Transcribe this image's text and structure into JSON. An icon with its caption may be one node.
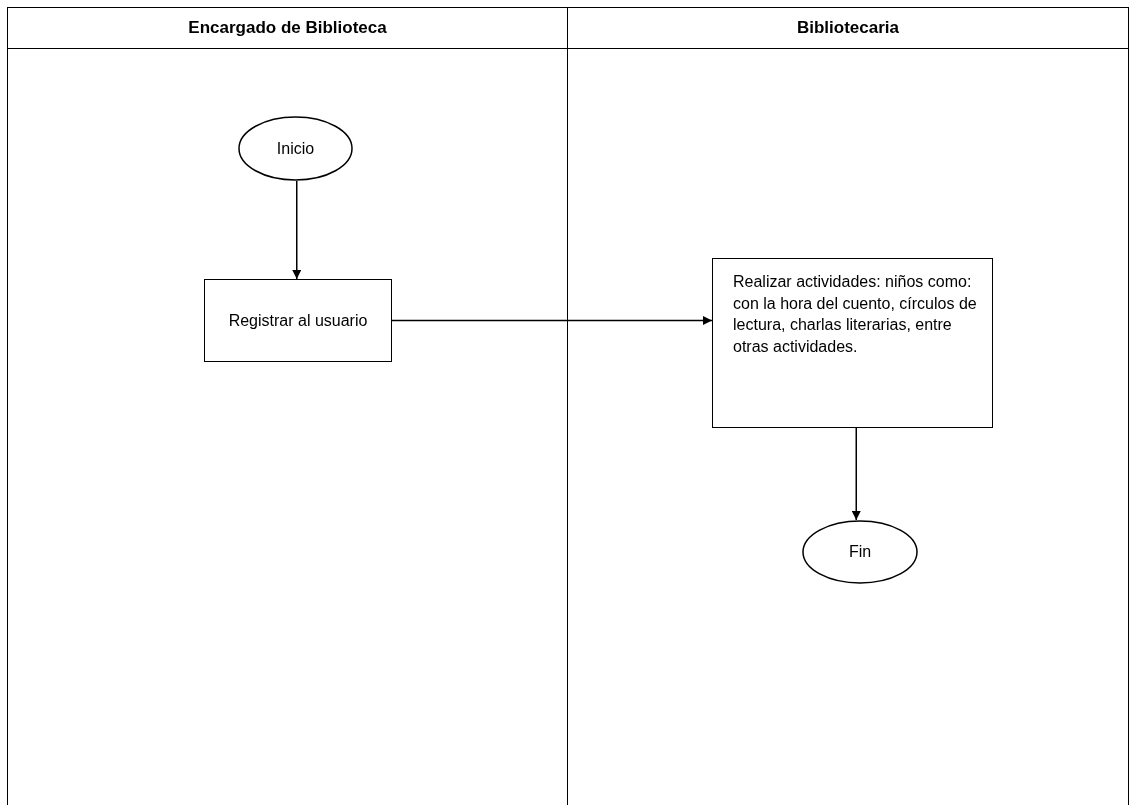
{
  "diagram": {
    "nodes": [
      {
        "text": [
          "Encargado de Biblioteca"
        ]
      },
      {
        "text": [
          "Bibliotecaria"
        ]
      },
      {
        "text": [
          "Inicio"
        ],
        "in": 0
      },
      {
        "text": [
          "Registrar al usuario"
        ],
        "in": 0
      },
      {
        "text": [
          "Realizar actividades: niños como: con la hora del cuento, círculos de lectura, charlas literarias, entre otras actividades."
        ],
        "in": 1
      },
      {
        "text": [
          "Fin"
        ],
        "in": 1
      }
    ],
    "edges": [
      {
        "from": 2,
        "to": 3,
        "arrow": "to"
      },
      {
        "from": 3,
        "to": 4,
        "arrow": "to"
      },
      {
        "from": 4,
        "to": 5,
        "arrow": "to"
      }
    ]
  }
}
